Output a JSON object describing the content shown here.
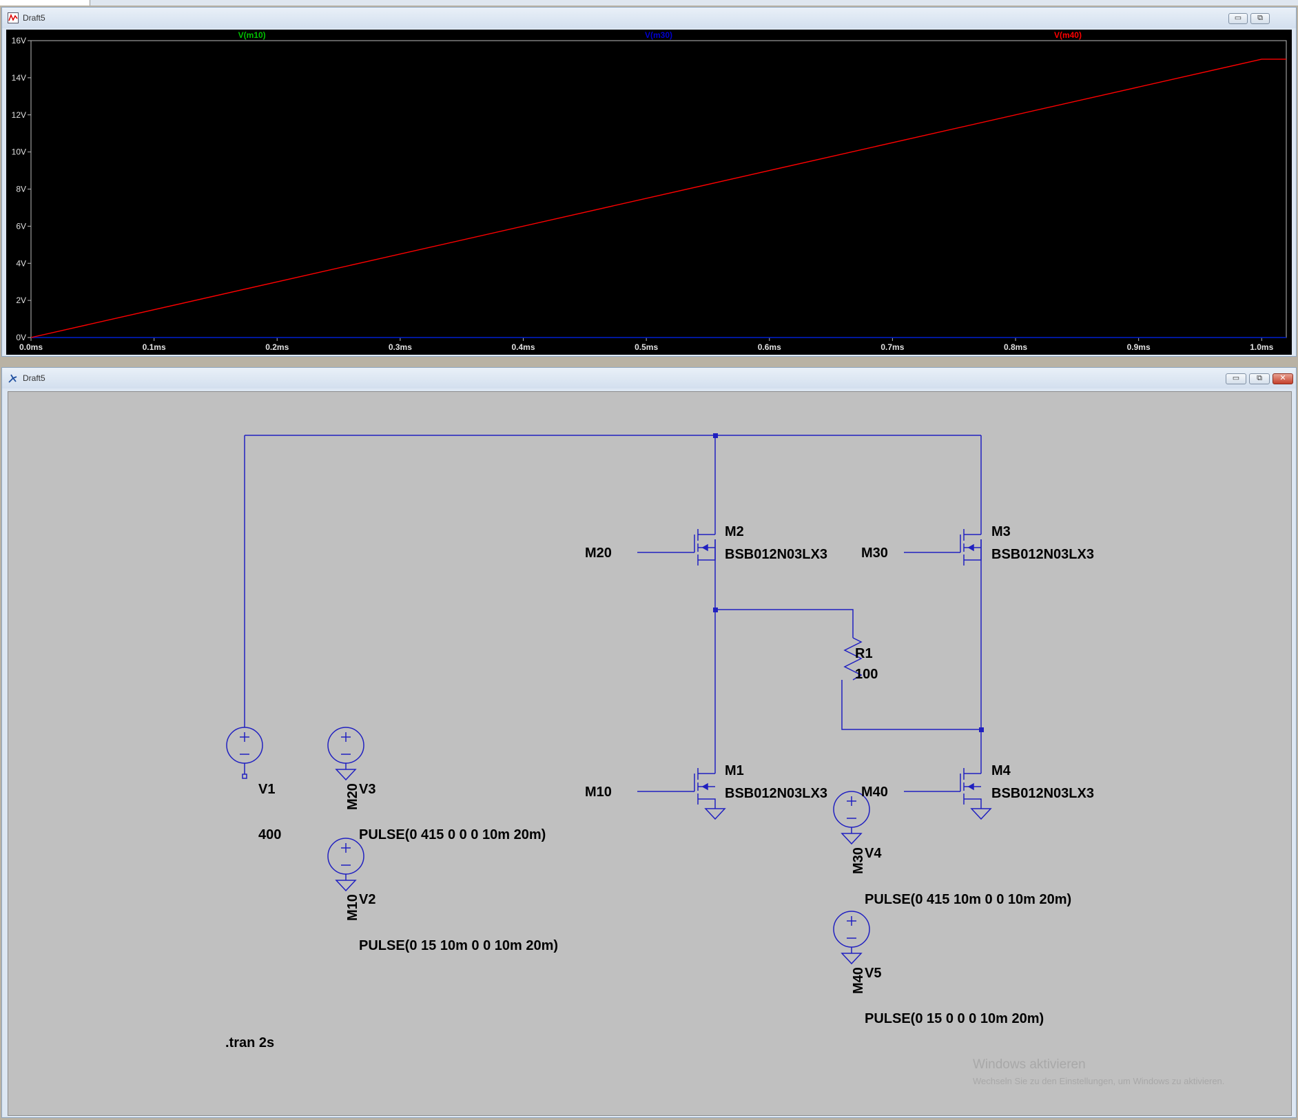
{
  "waveform_window": {
    "title": "Draft5",
    "traces": [
      {
        "name": "V(m10)",
        "color": "#00c000"
      },
      {
        "name": "V(m30)",
        "color": "#0000d0"
      },
      {
        "name": "V(m40)",
        "color": "#ff0000"
      }
    ]
  },
  "schematic_window": {
    "title": "Draft5",
    "components": {
      "M1": {
        "name": "M1",
        "model": "BSB012N03LX3"
      },
      "M2": {
        "name": "M2",
        "model": "BSB012N03LX3"
      },
      "M3": {
        "name": "M3",
        "model": "BSB012N03LX3"
      },
      "M4": {
        "name": "M4",
        "model": "BSB012N03LX3"
      },
      "R1": {
        "name": "R1",
        "value": "100"
      },
      "V1": {
        "name": "V1",
        "value": "400"
      },
      "V2": {
        "name": "V2",
        "value": "PULSE(0 15 10m 0 0 10m 20m)",
        "net": "M10"
      },
      "V3": {
        "name": "V3",
        "value": "PULSE(0 415 0 0 0 10m 20m)",
        "net": "M20"
      },
      "V4": {
        "name": "V4",
        "value": "PULSE(0 415 10m 0 0 10m 20m)",
        "net": "M30"
      },
      "V5": {
        "name": "V5",
        "value": "PULSE(0 15 0 0 0 10m 20m)",
        "net": "M40"
      }
    },
    "net_labels": {
      "m20": "M20",
      "m30": "M30",
      "m10": "M10",
      "m40": "M40"
    },
    "directive": ".tran 2s"
  },
  "watermark": {
    "line1": "Windows aktivieren",
    "line2": "Wechseln Sie zu den Einstellungen, um Windows zu aktivieren."
  },
  "chart_data": {
    "type": "line",
    "x_unit": "ms",
    "y_unit": "V",
    "xlim": [
      0.0,
      1.02
    ],
    "ylim": [
      0,
      16
    ],
    "x_ticks": [
      "0.0ms",
      "0.1ms",
      "0.2ms",
      "0.3ms",
      "0.4ms",
      "0.5ms",
      "0.6ms",
      "0.7ms",
      "0.8ms",
      "0.9ms",
      "1.0ms"
    ],
    "y_ticks": [
      "0V",
      "2V",
      "4V",
      "6V",
      "8V",
      "10V",
      "12V",
      "14V",
      "16V"
    ],
    "series": [
      {
        "name": "V(m10)",
        "color": "#00c000",
        "x": [
          0.0,
          1.02
        ],
        "y": [
          0,
          0
        ]
      },
      {
        "name": "V(m30)",
        "color": "#0000d0",
        "x": [
          0.0,
          1.02
        ],
        "y": [
          0,
          0
        ]
      },
      {
        "name": "V(m40)",
        "color": "#ff0000",
        "x": [
          0.0,
          1.0,
          1.02
        ],
        "y": [
          0,
          15,
          15
        ]
      }
    ]
  }
}
